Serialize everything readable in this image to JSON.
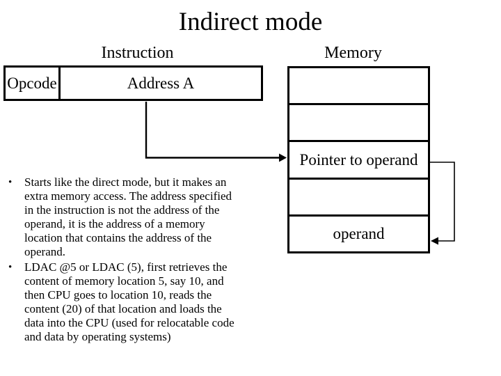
{
  "slide": {
    "title": "Indirect mode",
    "background_color": "#ffffff",
    "line_color": "#000000"
  },
  "diagram": {
    "instruction_label": "Instruction",
    "memory_label": "Memory",
    "instruction": {
      "opcode": "Opcode",
      "address": "Address A"
    },
    "memory_rows": [
      "",
      "",
      "Pointer to operand",
      "",
      "operand"
    ]
  },
  "bullet_marker": "•",
  "bullets": [
    {
      "lines": [
        "Starts like the direct mode, but it makes an",
        "extra memory access. The address specified",
        "in the instruction is not the address of the",
        "operand, it is the address of a memory",
        "location that contains the address of the",
        "operand."
      ]
    },
    {
      "lines": [
        "LDAC @5 or LDAC (5), first retrieves the",
        "content of memory location 5, say 10, and",
        "then CPU goes to location 10, reads the",
        "content (20) of that location and loads the",
        "data into the CPU (used for relocatable code",
        "and data by operating systems)"
      ]
    }
  ]
}
